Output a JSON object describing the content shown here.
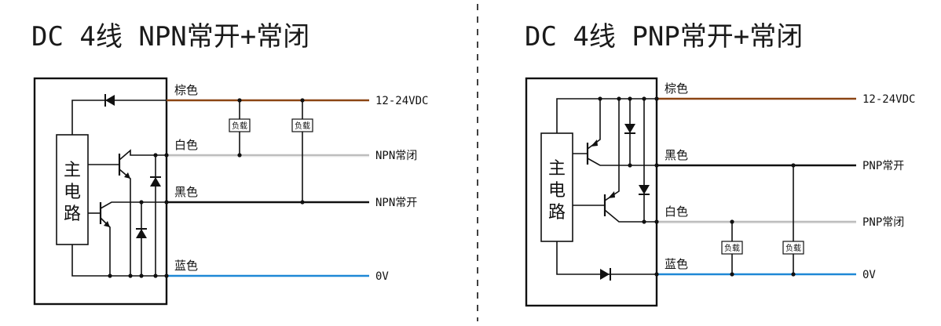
{
  "left": {
    "title": "DC 4线 NPN常开+常闭",
    "main_circuit": [
      "主",
      "电",
      "路"
    ],
    "wires": {
      "brown": "棕色",
      "white": "白色",
      "black": "黑色",
      "blue": "蓝色"
    },
    "terminals": {
      "supply": "12-24VDC",
      "nc": "NPN常闭",
      "no": "NPN常开",
      "zero": "0V"
    },
    "load": "负载"
  },
  "right": {
    "title": "DC 4线 PNP常开+常闭",
    "main_circuit": [
      "主",
      "电",
      "路"
    ],
    "wires": {
      "brown": "棕色",
      "black": "黑色",
      "white": "白色",
      "blue": "蓝色"
    },
    "terminals": {
      "supply": "12-24VDC",
      "no": "PNP常开",
      "nc": "PNP常闭",
      "zero": "0V"
    },
    "load": "负载"
  },
  "colors": {
    "brown_wire": "#8B4513",
    "white_wire": "#bdbdbd",
    "black_wire": "#111111",
    "blue_wire": "#1e88d6"
  }
}
